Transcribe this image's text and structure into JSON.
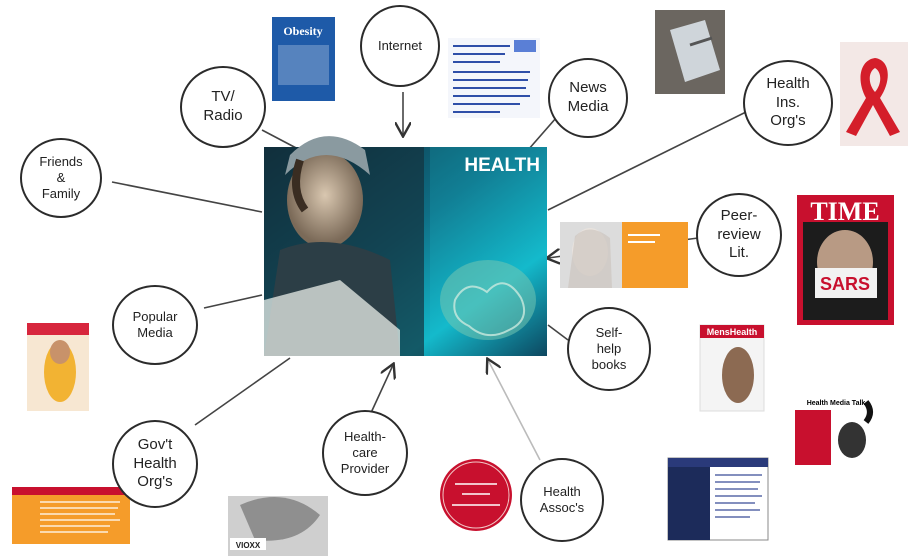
{
  "center": {
    "title": "HEALTH"
  },
  "nodes": {
    "internet": "Internet",
    "tv_radio": "TV/\nRadio",
    "news_media": "News\nMedia",
    "health_ins": "Health\nIns.\nOrg's",
    "friends_family": "Friends\n&\nFamily",
    "peer_review": "Peer-\nreview\nLit.",
    "popular_media": "Popular\nMedia",
    "self_help": "Self-\nhelp\nbooks",
    "govt_health": "Gov't\nHealth\nOrg's",
    "health_care": "Health-\ncare\nProvider",
    "health_assoc": "Health\nAssoc's"
  },
  "thumbnails": {
    "obesity_book": "Obesity",
    "time_magazine": "TIME",
    "time_cover": "SARS",
    "mens_health": "MensHealth",
    "health_talk": "Health Media Talk",
    "vioxx_ad": "VIOXX"
  },
  "colors": {
    "node_border": "#2b2b2b",
    "arrow": "#333333",
    "time_red": "#c8102e",
    "ribbon_red": "#d41e2a",
    "orange": "#f59c2a"
  }
}
